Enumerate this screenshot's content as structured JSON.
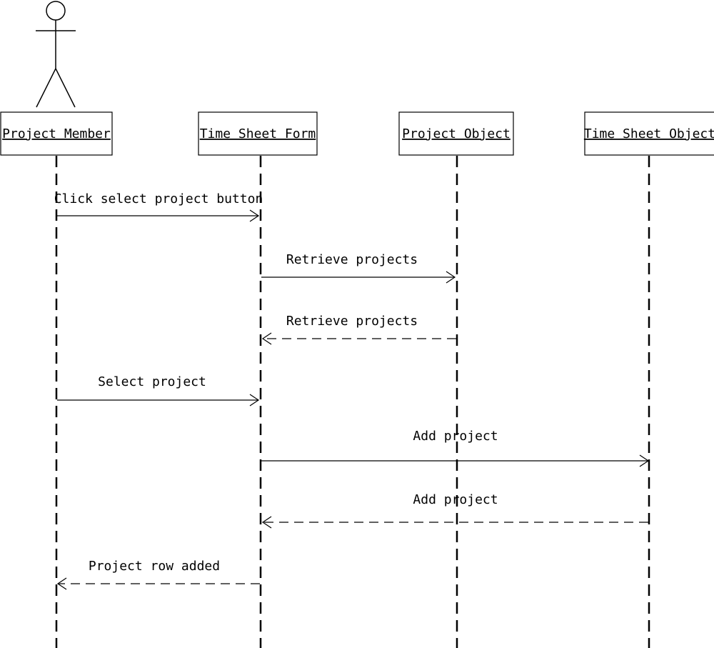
{
  "diagram": {
    "actor": {
      "icon": "stick-figure-icon"
    },
    "participants": [
      {
        "name": "Project Member"
      },
      {
        "name": "Time Sheet Form"
      },
      {
        "name": "Project Object"
      },
      {
        "name": "Time Sheet Object"
      }
    ],
    "messages": [
      {
        "label": "Click select project button",
        "from": "Project Member",
        "to": "Time Sheet Form",
        "style": "solid"
      },
      {
        "label": "Retrieve projects",
        "from": "Time Sheet Form",
        "to": "Project Object",
        "style": "solid"
      },
      {
        "label": "Retrieve projects",
        "from": "Project Object",
        "to": "Time Sheet Form",
        "style": "dashed"
      },
      {
        "label": "Select project",
        "from": "Project Member",
        "to": "Time Sheet Form",
        "style": "solid"
      },
      {
        "label": "Add project",
        "from": "Time Sheet Form",
        "to": "Time Sheet Object",
        "style": "solid"
      },
      {
        "label": "Add project",
        "from": "Time Sheet Object",
        "to": "Time Sheet Form",
        "style": "dashed"
      },
      {
        "label": "Project row added",
        "from": "Time Sheet Form",
        "to": "Project Member",
        "style": "dashed"
      }
    ]
  }
}
